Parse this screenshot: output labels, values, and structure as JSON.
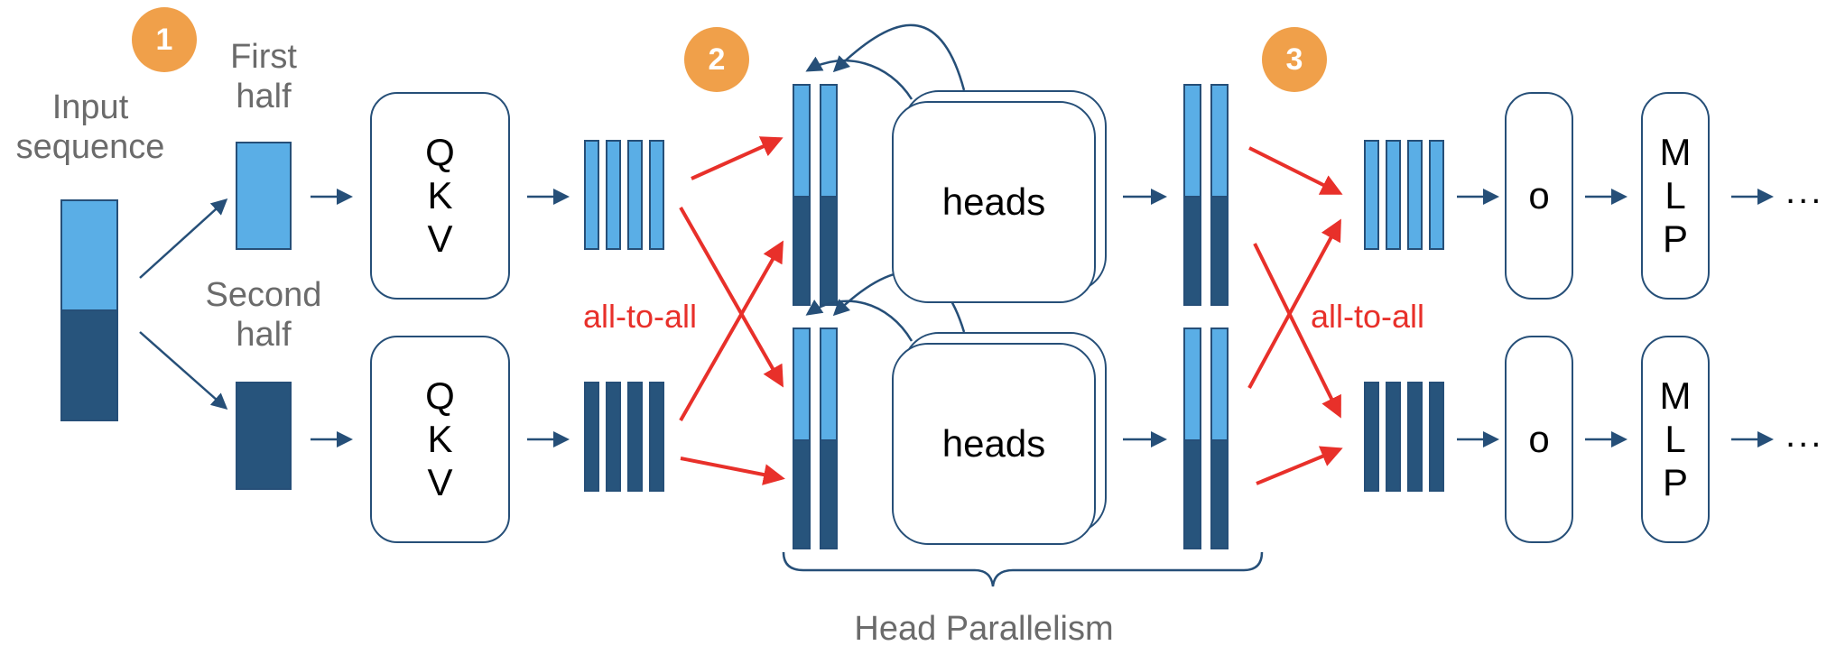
{
  "steps": {
    "one": "1",
    "two": "2",
    "three": "3"
  },
  "labels": {
    "input_sequence": "Input sequence",
    "first_half": "First half",
    "second_half": "Second half",
    "head_parallelism": "Head Parallelism",
    "all_to_all_left": "all-to-all",
    "all_to_all_right": "all-to-all"
  },
  "qkv": {
    "q": "Q",
    "k": "K",
    "v": "V"
  },
  "heads_label": "heads",
  "output_proj": "o",
  "mlp": {
    "m": "M",
    "l": "L",
    "p": "P"
  },
  "continuation": "...",
  "colors": {
    "light_blue": "#5aaee6",
    "dark_blue": "#27547c",
    "arrow_blue": "#264f78",
    "red": "#e8302a",
    "badge_orange": "#f0a04a",
    "gray_text": "#6b6b6b"
  }
}
